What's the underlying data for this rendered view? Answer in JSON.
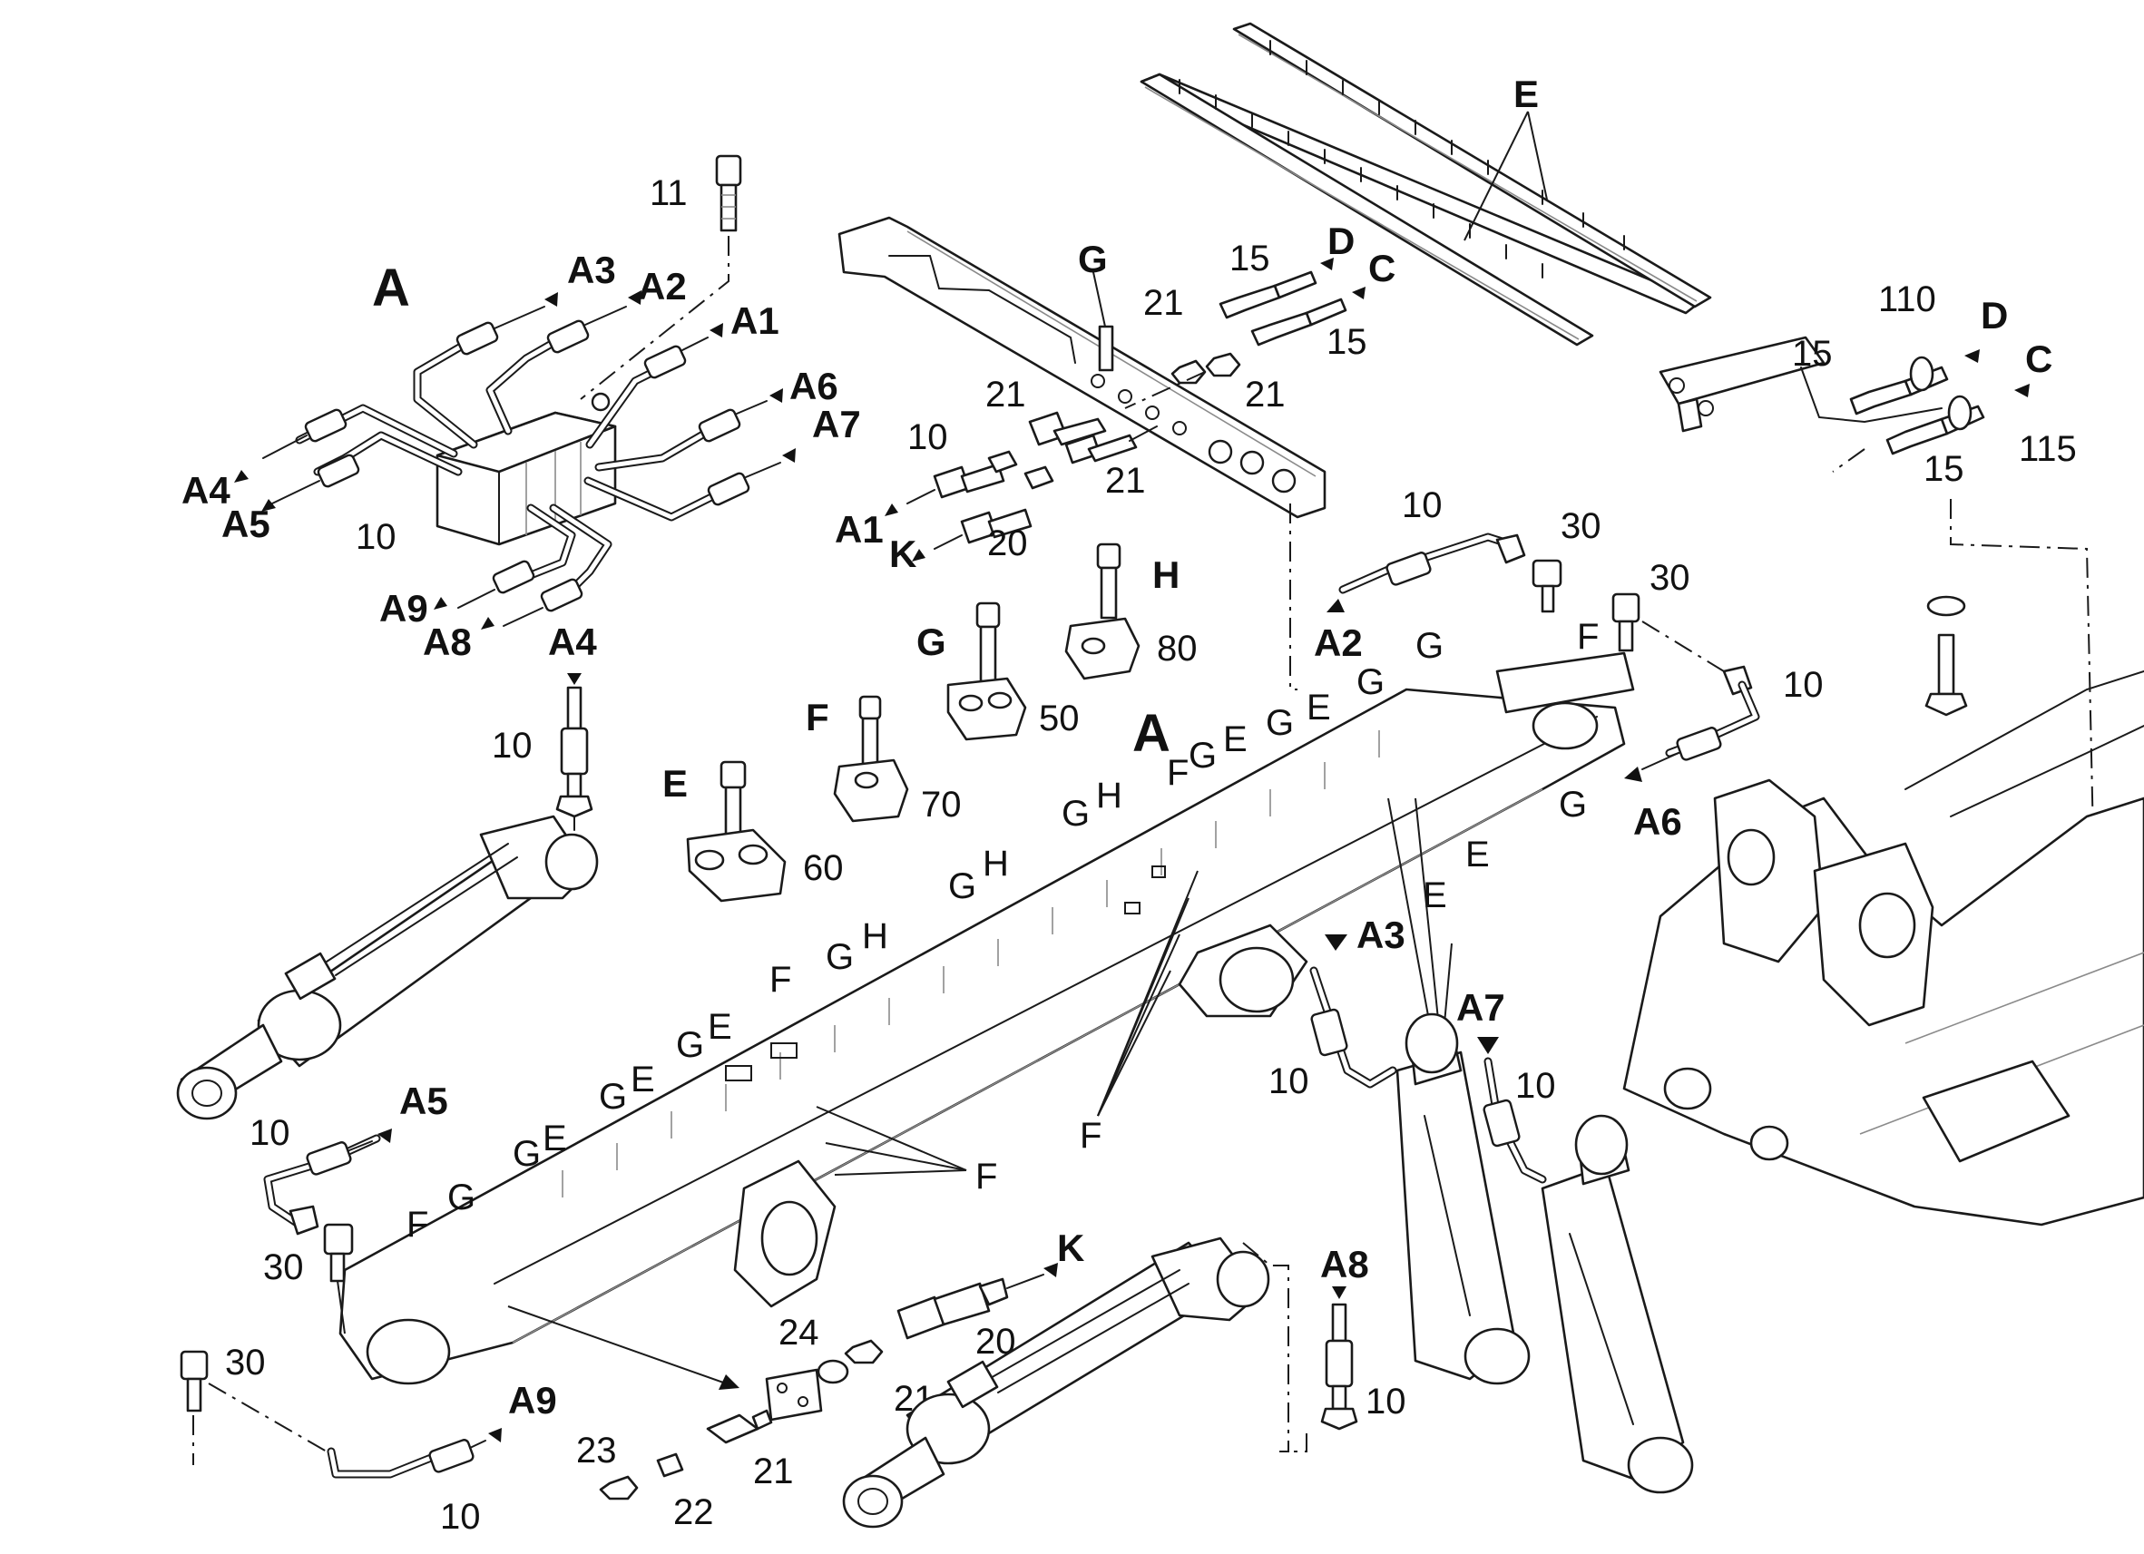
{
  "diagram": {
    "callouts": {
      "A_big": "A",
      "A_center": "A",
      "A1": "A1",
      "A1b": "A1",
      "A2": "A2",
      "A2b": "A2",
      "A3": "A3",
      "A3b": "A3",
      "A4": "A4",
      "A4b": "A4",
      "A5": "A5",
      "A5b": "A5",
      "A6": "A6",
      "A6b": "A6",
      "A7": "A7",
      "A7b": "A7",
      "A8": "A8",
      "A8b": "A8",
      "A9": "A9",
      "A9b": "A9",
      "C1": "C",
      "C2": "C",
      "D1": "D",
      "D2": "D",
      "K1": "K",
      "K2": "K",
      "E_top": "E",
      "E_clamp": "E",
      "F_clamp": "F",
      "G_clamp": "G",
      "H_clamp": "H",
      "G_rail": "G"
    },
    "part_numbers": {
      "p11": "11",
      "p10_block": "10",
      "p10_a": "10",
      "p10_b": "10",
      "p10_c": "10",
      "p10_d": "10",
      "p10_e": "10",
      "p10_f": "10",
      "p10_g": "10",
      "p10_h": "10",
      "p10_i": "10",
      "p15_a": "15",
      "p15_b": "15",
      "p15_c": "15",
      "p15_d": "15",
      "p110": "110",
      "p115": "115",
      "p20_a": "20",
      "p20_b": "20",
      "p21_a": "21",
      "p21_b": "21",
      "p21_c": "21",
      "p21_d": "21",
      "p21_e": "21",
      "p21_f": "21",
      "p22": "22",
      "p23": "23",
      "p24": "24",
      "p30_a": "30",
      "p30_b": "30",
      "p30_c": "30",
      "p30_d": "30",
      "p50": "50",
      "p60": "60",
      "p70": "70",
      "p80": "80"
    },
    "boom_marks": {
      "G": "G",
      "E": "E",
      "F": "F",
      "H": "H"
    }
  }
}
